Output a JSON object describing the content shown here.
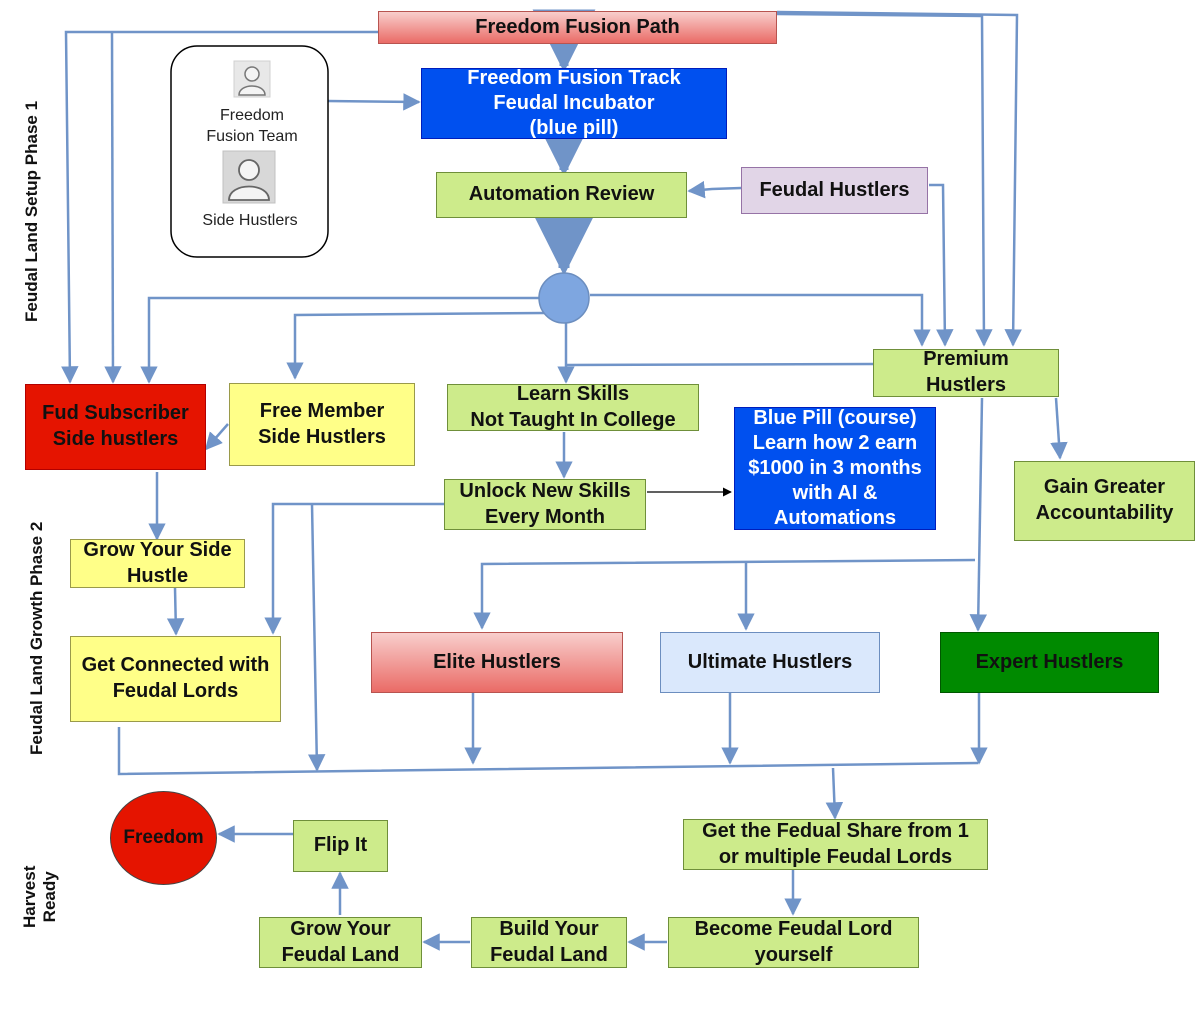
{
  "diagram": {
    "nodes": {
      "freedom_fusion_path": "Freedom Fusion Path",
      "freedom_fusion_track": "Freedom Fusion Track\nFeudal Incubator\n(blue pill)",
      "freedom_fusion_team": "Freedom\nFusion Team",
      "side_hustlers_actor": "Side Hustlers",
      "automation_review": "Automation Review",
      "feudal_hustlers": "Feudal Hustlers",
      "premium_hustlers": "Premium\nHustlers",
      "fud_subscriber": "Fud Subscriber\nSide hustlers",
      "free_member": "Free Member\nSide Hustlers",
      "learn_skills": "Learn Skills\nNot Taught In College",
      "blue_pill_course": "Blue Pill (course)\nLearn how 2 earn\n$1000 in 3 months\nwith AI &\nAutomations",
      "gain_accountability": "Gain Greater\nAccountability",
      "unlock_skills": "Unlock New Skills\nEvery Month",
      "grow_side_hustle": "Grow Your Side\nHustle",
      "get_connected": "Get Connected with\nFeudal Lords",
      "elite_hustlers": "Elite Hustlers",
      "ultimate_hustlers": "Ultimate Hustlers",
      "expert_hustlers": "Expert Hustlers",
      "freedom": "Freedom",
      "flip_it": "Flip It",
      "fedual_share": "Get the Fedual Share from 1\nor multiple Feudal Lords",
      "grow_feudal_land": "Grow Your\nFeudal Land",
      "build_feudal_land": "Build Your\nFeudal Land",
      "become_feudal_lord": "Become Feudal Lord\nyourself"
    },
    "phases": {
      "phase1": "Feudal Land Setup Phase 1",
      "phase2": "Feudal Land Growth Phase 2",
      "harvest": "Harvest\nReady"
    },
    "colors": {
      "connector": "#7094c8",
      "green": "#cdeb8b",
      "yellow": "#ffff88",
      "blue": "#0050ef",
      "red": "#e51400"
    }
  }
}
